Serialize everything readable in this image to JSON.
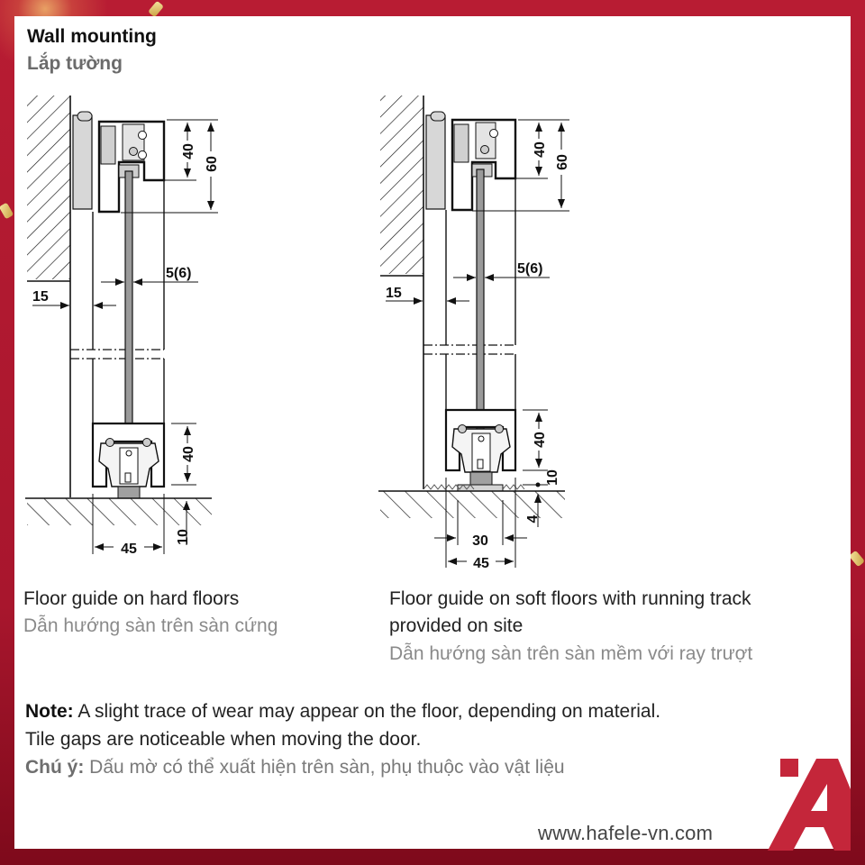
{
  "header": {
    "title_en": "Wall mounting",
    "title_vi": "Lắp tường"
  },
  "diagrams": [
    {
      "id": "hard-floor",
      "dimensions": {
        "top_inner": "40",
        "top_outer": "60",
        "glass": "5(6)",
        "wall_gap": "15",
        "bottom_guide": "40",
        "floor_depth": "10",
        "width": "45"
      },
      "caption_en": "Floor guide on hard floors",
      "caption_vi": "Dẫn hướng sàn trên sàn cứng"
    },
    {
      "id": "soft-floor",
      "dimensions": {
        "top_inner": "40",
        "top_outer": "60",
        "glass": "5(6)",
        "wall_gap": "15",
        "bottom_guide": "40",
        "clearance": "10",
        "track_depth": "4",
        "inner_width": "30",
        "width": "45"
      },
      "caption_en_line1": "Floor guide on soft floors with running track",
      "caption_en_line2": "provided on site",
      "caption_vi": "Dẫn hướng sàn trên sàn mềm với ray trượt"
    }
  ],
  "note": {
    "label_en": "Note:",
    "text_en_line1": " A slight trace of wear may appear on the floor, depending on material.",
    "text_en_line2": "Tile gaps are noticeable when moving the door.",
    "label_vi": "Chú ý:",
    "text_vi": " Dấu mờ có thể xuất hiện trên sàn, phụ thuộc vào vật liệu"
  },
  "footer": {
    "website": "www.hafele-vn.com"
  },
  "colors": {
    "frame": "#b81c33",
    "logo": "#c4263a"
  }
}
